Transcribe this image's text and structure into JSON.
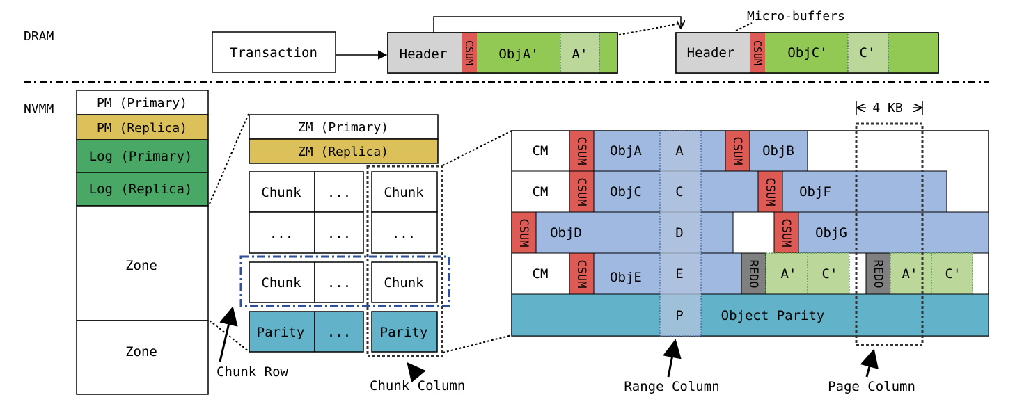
{
  "colors": {
    "header_gray": "#d3d3d3",
    "csum_red": "#dd5a55",
    "obj_green": "#91c954",
    "obj_green_light": "#bcd79a",
    "redo_gray": "#808080",
    "obj_blue": "#9fb9e1",
    "range_col": "#b3c5dd",
    "parity_teal": "#62b2c9",
    "replica_yellow": "#dcc15a",
    "log_green": "#4aa867",
    "dash_blue": "#2e4f9c"
  },
  "dram": {
    "section_label": "DRAM",
    "transaction": "Transaction",
    "micro_buffers": "Micro-buffers",
    "buffer1": {
      "header": "Header",
      "csum": "CSUM",
      "obj": "ObjA'",
      "delta": "A'"
    },
    "buffer2": {
      "header": "Header",
      "csum": "CSUM",
      "obj": "ObjC'",
      "delta": "C'"
    }
  },
  "nvmm": {
    "section_label": "NVMM",
    "layout": {
      "pm_primary": "PM (Primary)",
      "pm_replica": "PM (Replica)",
      "log_primary": "Log (Primary)",
      "log_replica": "Log (Replica)",
      "zone1": "Zone",
      "zone2": "Zone"
    },
    "zone_detail": {
      "zm_primary": "ZM (Primary)",
      "zm_replica": "ZM (Replica)",
      "chunk": "Chunk",
      "ellipsis": "...",
      "parity": "Parity",
      "chunk_row_label": "Chunk Row",
      "chunk_column_label": "Chunk Column"
    },
    "chunk_detail": {
      "page_size": "4 KB",
      "cm": "CM",
      "csum": "CSUM",
      "redo": "REDO",
      "row1": {
        "obj1": "ObjA",
        "range": "A",
        "obj2": "ObjB"
      },
      "row2": {
        "obj1": "ObjC",
        "range": "C",
        "obj2": "ObjF"
      },
      "row3": {
        "obj1": "ObjD",
        "range": "D",
        "obj2": "ObjG"
      },
      "row4": {
        "obj1": "ObjE",
        "range": "E",
        "delta1": "A'",
        "delta2": "C'",
        "delta3": "A'",
        "delta4": "C'"
      },
      "parity_range": "P",
      "object_parity": "Object Parity",
      "range_column_label": "Range Column",
      "page_column_label": "Page Column"
    }
  }
}
